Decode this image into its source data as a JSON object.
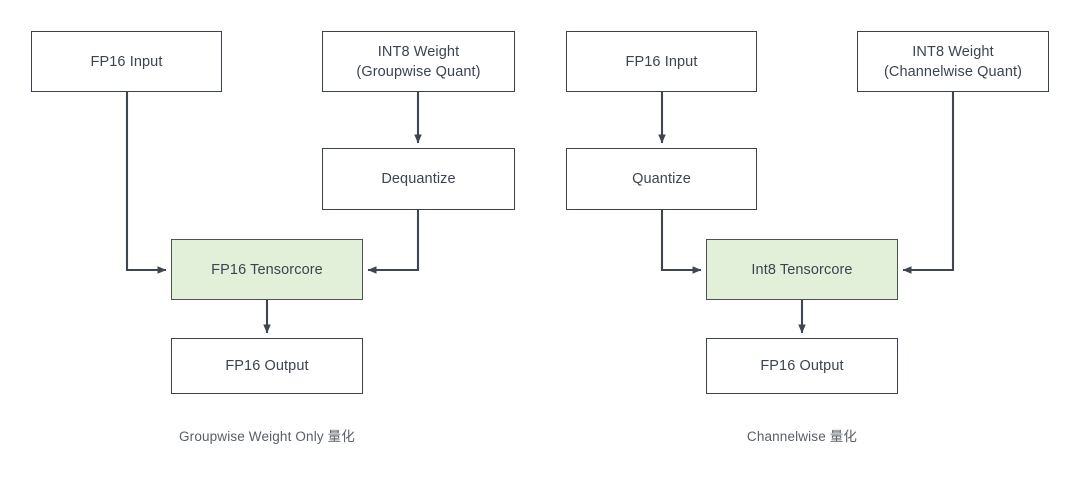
{
  "diagram": {
    "title_left": "Groupwise Weight Only 量化",
    "title_right": "Channelwise 量化",
    "colors": {
      "accent_fill": "#e3f0d9",
      "node_stroke": "#39424e",
      "edge_stroke": "#40464f",
      "text": "#3c4450",
      "caption_text": "#5a5f66",
      "background": "#ffffff"
    }
  },
  "left_flow": {
    "caption": "Groupwise Weight Only 量化",
    "nodes": {
      "input": "FP16 Input",
      "weight": "INT8 Weight\n(Groupwise Quant)",
      "dequantize": "Dequantize",
      "tensorcore": "FP16 Tensorcore",
      "output": "FP16 Output"
    }
  },
  "right_flow": {
    "caption": "Channelwise 量化",
    "nodes": {
      "input": "FP16 Input",
      "weight": "INT8 Weight\n(Channelwise Quant)",
      "quantize": "Quantize",
      "tensorcore": "Int8 Tensorcore",
      "output": "FP16 Output"
    }
  }
}
